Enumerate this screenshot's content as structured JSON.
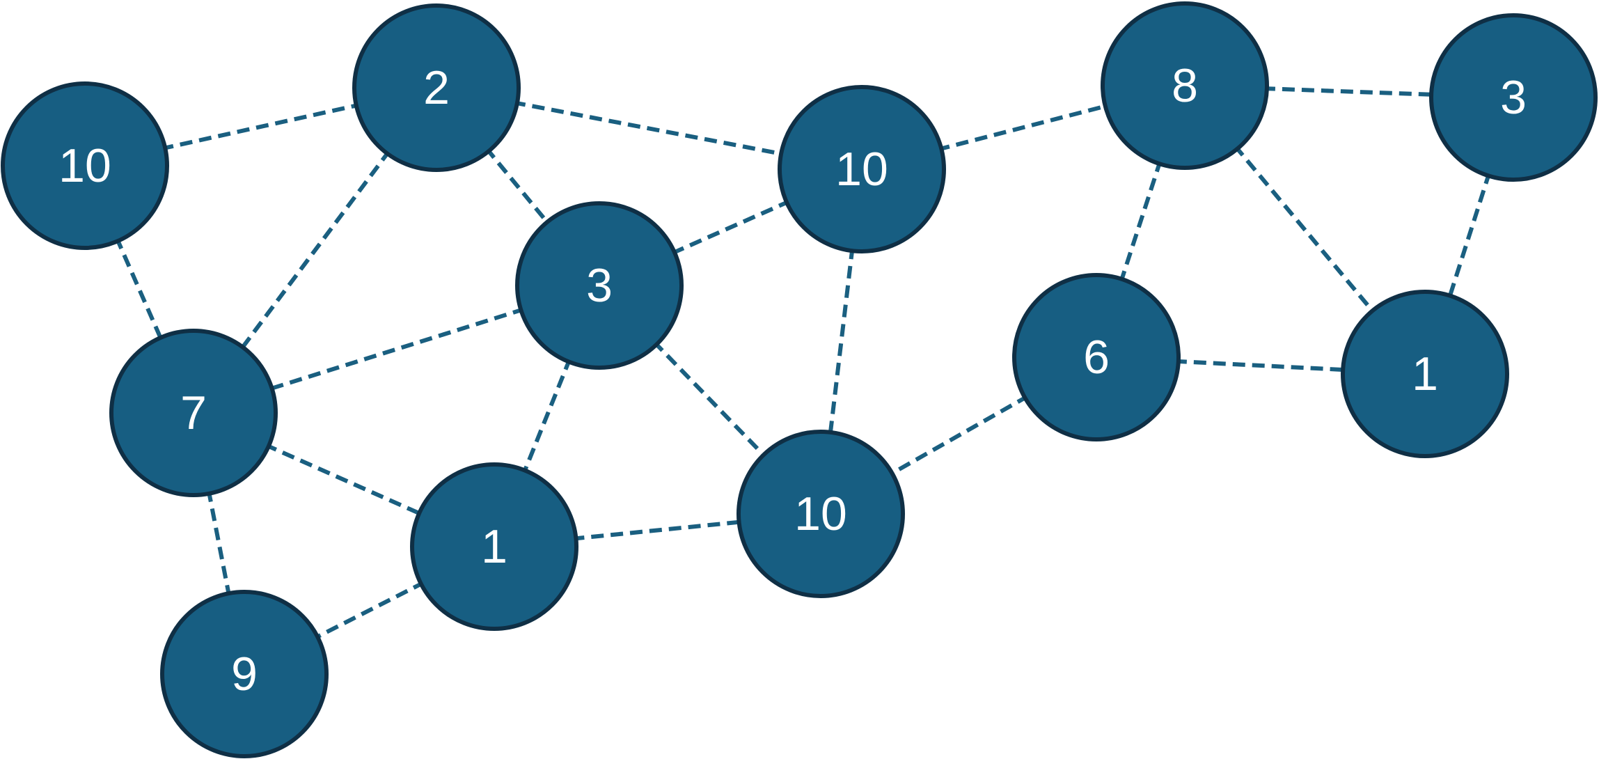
{
  "colors": {
    "node_fill": "#175e82",
    "node_stroke": "#0f2f45",
    "edge": "#1a5f80",
    "label": "#ffffff",
    "background": "#ffffff"
  },
  "nodes": [
    {
      "id": "n1",
      "label": "10"
    },
    {
      "id": "n2",
      "label": "2"
    },
    {
      "id": "n3",
      "label": "10"
    },
    {
      "id": "n4",
      "label": "8"
    },
    {
      "id": "n5",
      "label": "3"
    },
    {
      "id": "n6",
      "label": "3"
    },
    {
      "id": "n7",
      "label": "7"
    },
    {
      "id": "n8",
      "label": "6"
    },
    {
      "id": "n9",
      "label": "1"
    },
    {
      "id": "n10",
      "label": "1"
    },
    {
      "id": "n11",
      "label": "10"
    },
    {
      "id": "n12",
      "label": "9"
    }
  ],
  "edges": [
    [
      "n1",
      "n2"
    ],
    [
      "n1",
      "n7"
    ],
    [
      "n2",
      "n3"
    ],
    [
      "n2",
      "n6"
    ],
    [
      "n2",
      "n7"
    ],
    [
      "n3",
      "n4"
    ],
    [
      "n3",
      "n6"
    ],
    [
      "n3",
      "n11"
    ],
    [
      "n4",
      "n5"
    ],
    [
      "n4",
      "n8"
    ],
    [
      "n4",
      "n9"
    ],
    [
      "n5",
      "n9"
    ],
    [
      "n8",
      "n9"
    ],
    [
      "n8",
      "n11"
    ],
    [
      "n6",
      "n7"
    ],
    [
      "n6",
      "n10"
    ],
    [
      "n6",
      "n11"
    ],
    [
      "n7",
      "n10"
    ],
    [
      "n7",
      "n12"
    ],
    [
      "n10",
      "n11"
    ],
    [
      "n10",
      "n12"
    ]
  ]
}
